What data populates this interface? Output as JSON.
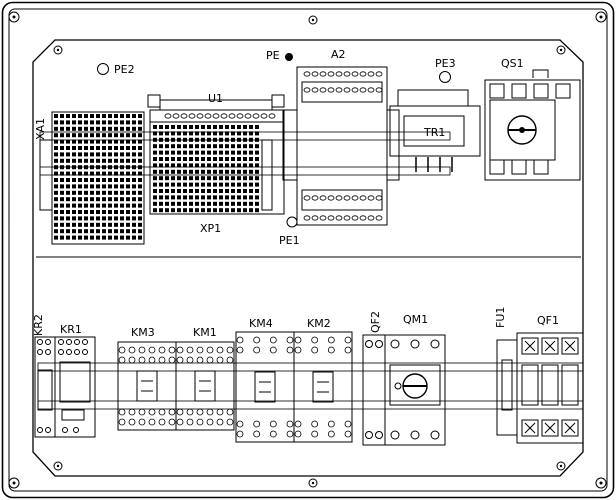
{
  "labels": {
    "pe": "PE",
    "a2": "A2",
    "pe2": "PE2",
    "pe3": "PE3",
    "qs1": "QS1",
    "u1": "U1",
    "xa1": "XA1",
    "tr1": "TR1",
    "xp1": "XP1",
    "pe1": "PE1",
    "kr2": "KR2",
    "kr1": "KR1",
    "km3": "KM3",
    "km1": "KM1",
    "km4": "KM4",
    "km2": "KM2",
    "qf2": "QF2",
    "qm1": "QM1",
    "fu1": "FU1",
    "qf1": "QF1"
  },
  "icons": {
    "screw": "screw-icon",
    "ground": "ground-point-icon",
    "rotary_knob": "rotary-knob-icon"
  }
}
